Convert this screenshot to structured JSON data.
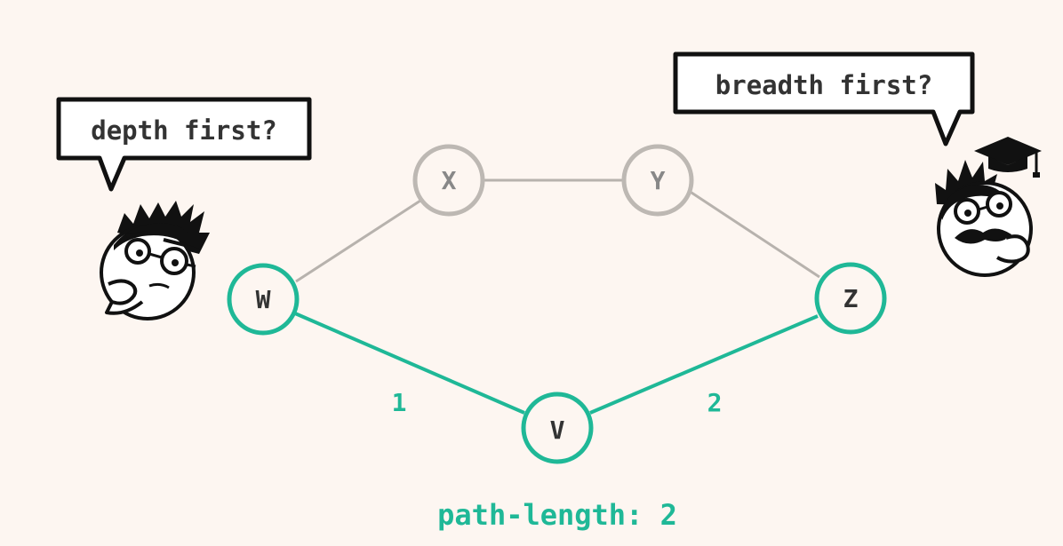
{
  "colors": {
    "background": "#fdf6f1",
    "active": "#1fb897",
    "inactive": "#b7b2ad",
    "ink": "#333333"
  },
  "bubbles": {
    "left": "depth first?",
    "right": "breadth first?"
  },
  "nodes": {
    "X": "X",
    "Y": "Y",
    "W": "W",
    "Z": "Z",
    "V": "V"
  },
  "edge_labels": {
    "wv": "1",
    "vz": "2"
  },
  "footer": "path-length: 2",
  "icons": [
    "thinking-face-icon",
    "professor-face-icon",
    "graduation-cap-icon"
  ]
}
